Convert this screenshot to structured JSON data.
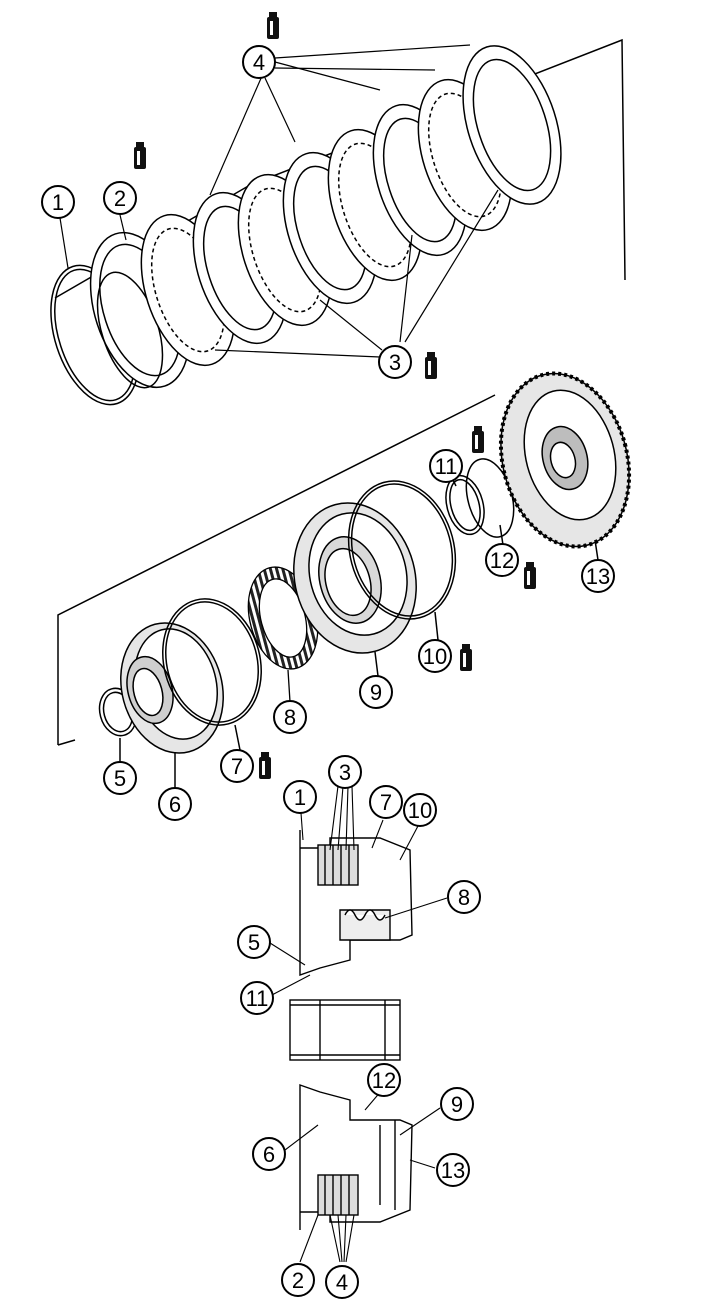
{
  "callouts": {
    "c1": "1",
    "c2": "2",
    "c3": "3",
    "c4": "4",
    "c5": "5",
    "c6": "6",
    "c7": "7",
    "c8": "8",
    "c9": "9",
    "c10": "10",
    "c11": "11",
    "c12": "12",
    "c13": "13"
  },
  "section_callouts": {
    "s1": "1",
    "s3": "3",
    "s7": "7",
    "s10": "10",
    "s8": "8",
    "s5": "5",
    "s11": "11",
    "s12": "12",
    "s9": "9",
    "s6": "6",
    "s13": "13",
    "s2": "2",
    "s4": "4"
  },
  "icons": {
    "lubricant": "oil-bottle-icon"
  },
  "colors": {
    "ink": "#000000",
    "background": "#ffffff",
    "fill_light": "#e6e6e6",
    "fill_dark": "#3a3a3a"
  }
}
